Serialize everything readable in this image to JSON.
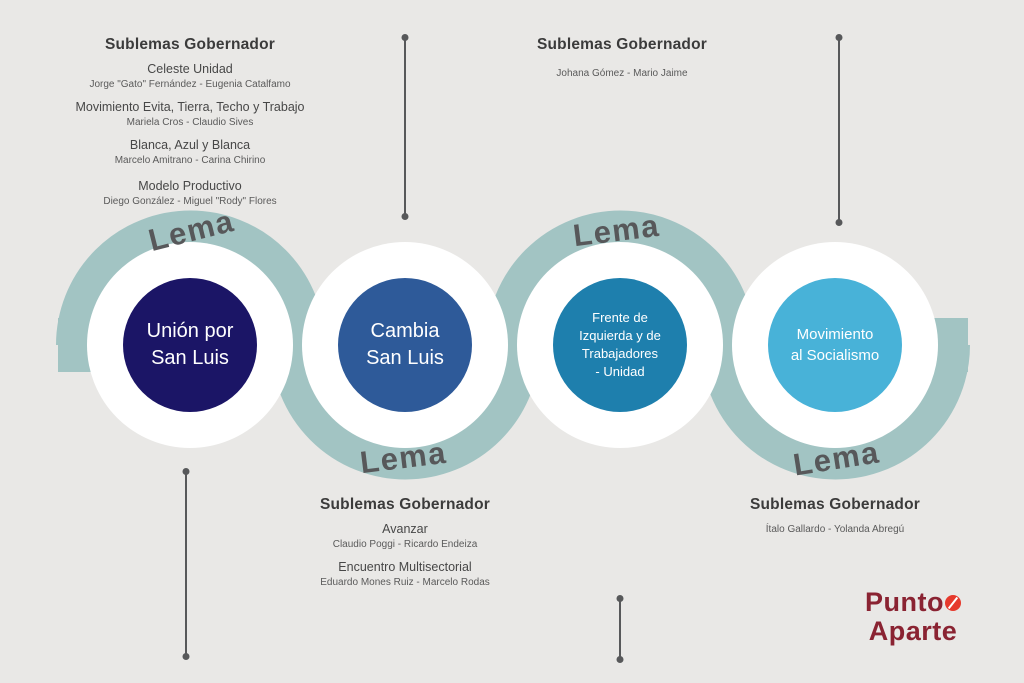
{
  "colors": {
    "background": "#e9e8e6",
    "ribbon": "#a2c4c3",
    "connector": "#57585a",
    "lema_text": "#57585a",
    "logo_text": "#8a2332",
    "logo_dot": "#e6392c"
  },
  "lema_label": "Lema",
  "circles": [
    {
      "name": "Unión por San Luis",
      "display": "Unión por\nSan Luis",
      "color": "#1b1566"
    },
    {
      "name": "Cambia San Luis",
      "display": "Cambia\nSan Luis",
      "color": "#2e5a99"
    },
    {
      "name": "Frente de Izquierda y de Trabajadores - Unidad",
      "display": "Frente de\nIzquierda y de\nTrabajadores\n- Unidad",
      "color": "#1e7fad"
    },
    {
      "name": "Movimiento al Socialismo",
      "display": "Movimiento\nal Socialismo",
      "color": "#48b2d8"
    }
  ],
  "blocks": [
    {
      "title": "Sublemas Gobernador",
      "entries": [
        {
          "name": "Celeste Unidad",
          "candidates": "Jorge \"Gato\" Fernández - Eugenia Catalfamo"
        },
        {
          "name": "Movimiento Evita, Tierra, Techo y Trabajo",
          "candidates": "Mariela Cros - Claudio Sives"
        },
        {
          "name": "Blanca, Azul y Blanca",
          "candidates": "Marcelo Amitrano - Carina Chirino"
        },
        {
          "name": "Modelo Productivo",
          "candidates": "Diego González - Miguel \"Rody\" Flores"
        }
      ]
    },
    {
      "title": "Sublemas Gobernador",
      "entries": [
        {
          "candidates": "Johana Gómez - Mario Jaime"
        }
      ]
    },
    {
      "title": "Sublemas Gobernador",
      "entries": [
        {
          "name": "Avanzar",
          "candidates": "Claudio Poggi - Ricardo Endeiza"
        },
        {
          "name": "Encuentro Multisectorial",
          "candidates": "Eduardo Mones Ruiz - Marcelo Rodas"
        }
      ]
    },
    {
      "title": "Sublemas Gobernador",
      "entries": [
        {
          "candidates": "Ítalo Gallardo - Yolanda Abregú"
        }
      ]
    }
  ],
  "logo": {
    "word1": "Punto",
    "word2": "Aparte"
  }
}
